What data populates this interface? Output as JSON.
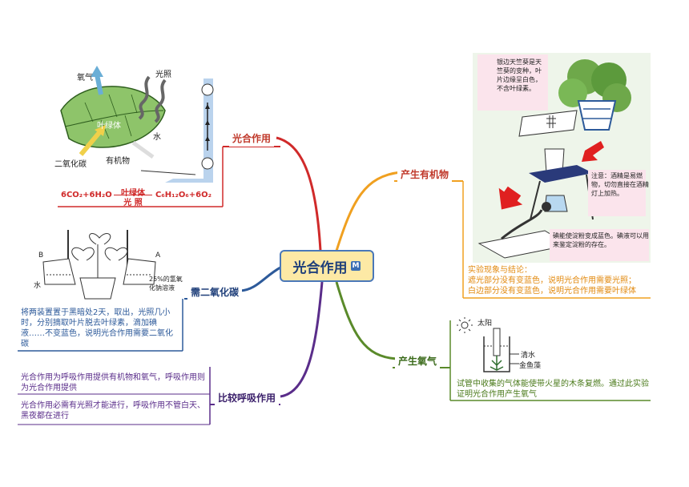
{
  "center": {
    "title": "光合作用",
    "badge": "M"
  },
  "branches": {
    "photosynthesis": {
      "label": "光合作用",
      "diagram_labels": {
        "oxygen": "氧气",
        "light": "光照",
        "chlorophyll": "叶绿体",
        "water": "水",
        "co2": "二氧化碳",
        "organic": "有机物"
      },
      "equation": {
        "left": "6CO₂+6H₂O",
        "cond_top": "叶绿体",
        "cond_bottom": "光 照",
        "right": "C₆H₁₂O₆+6O₂"
      }
    },
    "co2": {
      "label": "需二氧化碳",
      "labels": {
        "b": "B",
        "a": "A",
        "water": "水",
        "naoh": "25%的氢氧化钠溶液"
      },
      "note": "将两装置置于黑暗处2天，取出，光照几小时，分别摘取叶片脱去叶绿素，滴加碘液……不变蓝色，说明光合作用需要二氧化碳"
    },
    "respiration": {
      "label": "比较呼吸作用",
      "notes": [
        "光合作用为呼吸作用提供有机物和氧气，呼吸作用则为光合作用提供",
        "光合作用必需有光照才能进行，呼吸作用不管白天、黑夜都在进行"
      ]
    },
    "organic": {
      "label": "产生有机物",
      "captions": [
        "银边天竺葵是天竺葵的变种，叶片边缘呈白色，不含叶绿素。",
        "注意：酒精是易燃物，切勿直接在酒精灯上加热。",
        "碘能使淀粉变成蓝色。碘液可以用来鉴定淀粉的存在。"
      ],
      "note_title": "实验现象与结论：",
      "note_lines": [
        "遮光部分没有变蓝色，说明光合作用需要光照；",
        "白边部分没有变蓝色，说明光合作用需要叶绿体"
      ]
    },
    "oxygen": {
      "label": "产生氧气",
      "labels": {
        "sun": "太阳",
        "water": "清水",
        "plant": "金鱼藻"
      },
      "note": "试管中收集的气体能使带火星的木条复燃。通过此实验证明光合作用产生氧气"
    }
  },
  "colors": {
    "red": "#d02a2a",
    "orange": "#f0a020",
    "blue": "#2d5a9a",
    "purple": "#5a2d8a",
    "green": "#5a8a2a",
    "center_bg": "#fde9a5"
  }
}
